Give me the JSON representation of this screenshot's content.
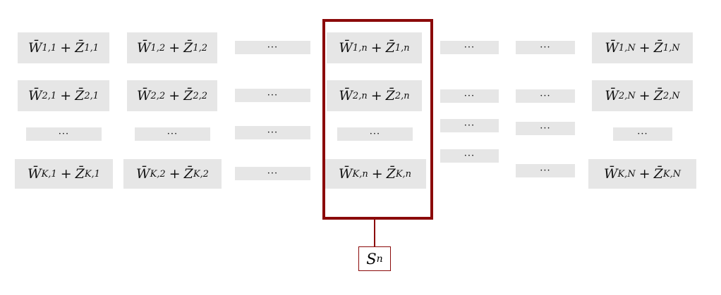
{
  "colors": {
    "highlight": "#8b0a0a",
    "cell": "#e6e6e6"
  },
  "symbols": {
    "w": "W̄",
    "z": "Z̄",
    "plus": "+",
    "dots": "···"
  },
  "cells": [
    {
      "sub_w": "1,1",
      "sub_z": "1,1"
    },
    {
      "sub_w": "1,2",
      "sub_z": "1,2"
    },
    {
      "sub_w": "1,n",
      "sub_z": "1,n"
    },
    {
      "sub_w": "1,N",
      "sub_z": "1,N"
    },
    {
      "sub_w": "2,1",
      "sub_z": "2,1"
    },
    {
      "sub_w": "2,2",
      "sub_z": "2,2"
    },
    {
      "sub_w": "2,n",
      "sub_z": "2,n"
    },
    {
      "sub_w": "2,N",
      "sub_z": "2,N"
    },
    {
      "sub_w": "K,1",
      "sub_z": "K,1"
    },
    {
      "sub_w": "K,2",
      "sub_z": "K,2"
    },
    {
      "sub_w": "K,n",
      "sub_z": "K,n"
    },
    {
      "sub_w": "K,N",
      "sub_z": "K,N"
    }
  ],
  "selection": {
    "label": "S",
    "sub": "n"
  }
}
